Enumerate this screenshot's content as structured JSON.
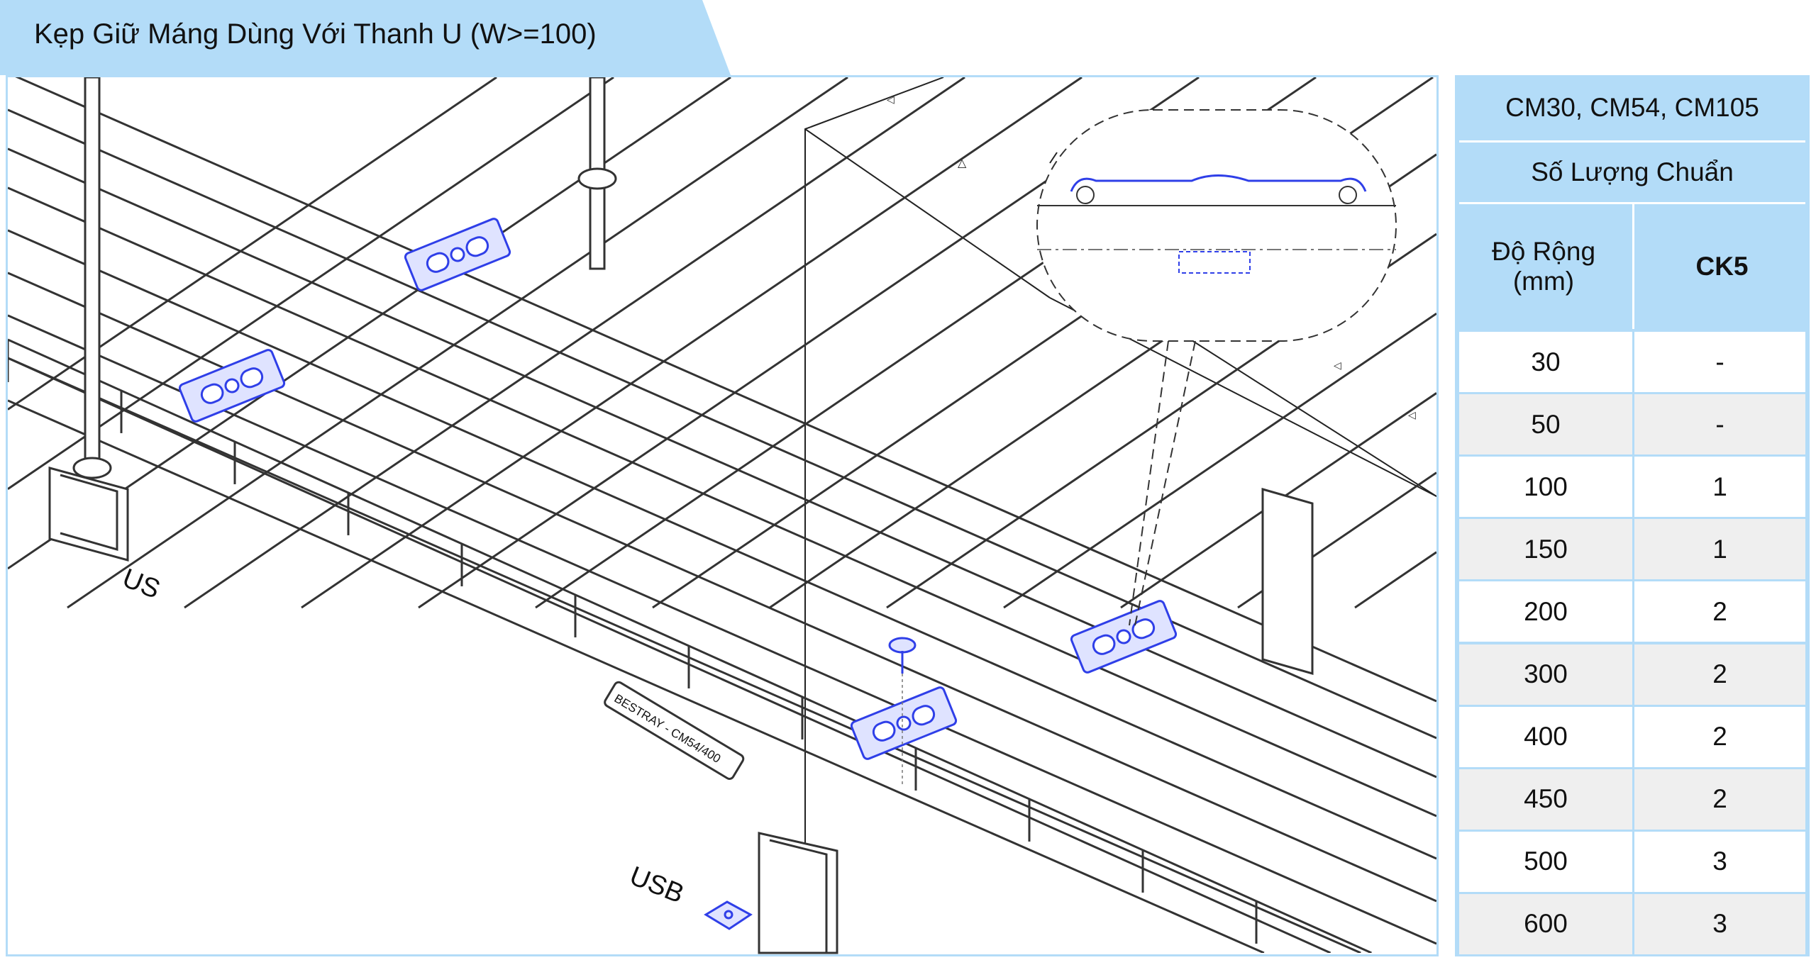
{
  "title": "Kẹp Giữ Máng Dùng Với Thanh U (W>=100)",
  "diagram": {
    "labels": {
      "us": "US",
      "usb": "USB",
      "tray_tag": "BESTRAY - CM54/400"
    },
    "clip_color": "#2f3fe8",
    "frame_color": "#b3dcf8"
  },
  "table": {
    "models": "CM30, CM54, CM105",
    "subtitle": "Số Lượng Chuẩn",
    "col_width": "Độ Rộng",
    "col_width_unit": "(mm)",
    "col_ck5": "CK5",
    "rows": [
      {
        "width": "30",
        "ck5": "-"
      },
      {
        "width": "50",
        "ck5": "-"
      },
      {
        "width": "100",
        "ck5": "1"
      },
      {
        "width": "150",
        "ck5": "1"
      },
      {
        "width": "200",
        "ck5": "2"
      },
      {
        "width": "300",
        "ck5": "2"
      },
      {
        "width": "400",
        "ck5": "2"
      },
      {
        "width": "450",
        "ck5": "2"
      },
      {
        "width": "500",
        "ck5": "3"
      },
      {
        "width": "600",
        "ck5": "3"
      }
    ]
  }
}
